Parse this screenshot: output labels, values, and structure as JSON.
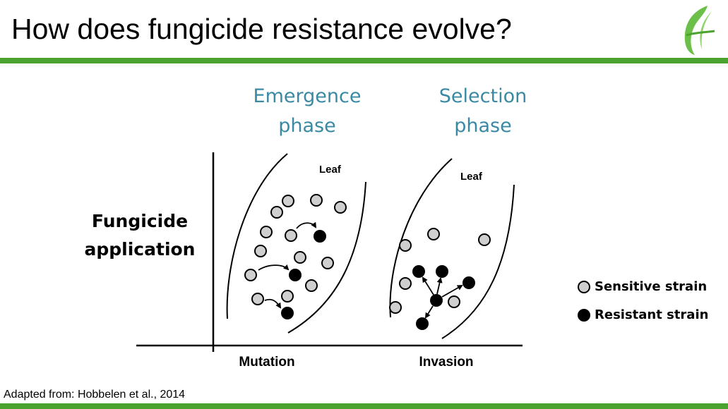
{
  "title": "How does fungicide resistance evolve?",
  "phases": {
    "emergence": [
      "Emergence",
      "phase"
    ],
    "selection": [
      "Selection",
      "phase"
    ]
  },
  "y_axis_label": [
    "Fungicide",
    "application"
  ],
  "leaf_label": "Leaf",
  "x_labels": {
    "mutation": "Mutation",
    "invasion": "Invasion"
  },
  "legend": {
    "sensitive": "Sensitive strain",
    "resistant": "Resistant strain"
  },
  "attribution": "Adapted from: Hobbelen et al., 2014",
  "colors": {
    "accent_green": "#4aa32e",
    "phase_blue": "#3a8aa4",
    "sensitive_fill": "#cfcfcf",
    "resistant_fill": "#000000"
  },
  "icons": {
    "logo": "green-leaf-f-logo"
  }
}
